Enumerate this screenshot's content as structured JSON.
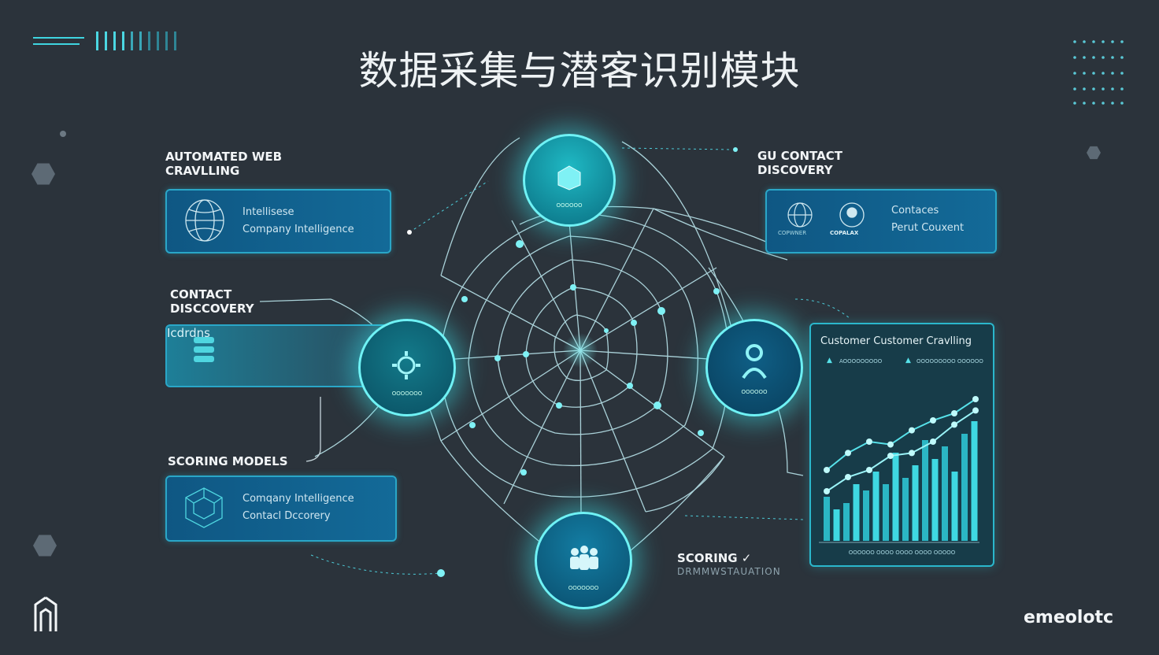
{
  "title": "数据采集与潜客识别模块",
  "labels": {
    "web_crawling": "AUTOMATED WEB\nCRAVLLING",
    "contact_discovery": "CONTACT\nDISCCOVERY",
    "scoring_models": "SCORING MODELS",
    "contact_discovery_right": "GU CONTACT\nDISCOVERY",
    "scoring_bottom": "SCORING ✓",
    "scoring_bottom_sub": "DRMMWSTAUATION"
  },
  "cards": {
    "web": {
      "text": "Intellisese\nCompany Intelligence"
    },
    "discovery": {
      "text": "Icdrdns"
    },
    "scoring": {
      "text": "Comqany Intelligence\nContacl Dccorery"
    },
    "right": {
      "icon1": "COPWNER",
      "icon2": "COPALAX",
      "text": "Contaces\nPerut Couxent"
    }
  },
  "nodes": {
    "top": "OOOOOO",
    "left": "OOOOOOO",
    "right": "OOOOOO",
    "bottom": "OOOOOOO"
  },
  "panel": {
    "title": "Customer Customer Cravlling",
    "legend1": "AOOOOOOOOO",
    "legend2": "OOOOOOOOO OOOOOO",
    "footer": "OOOOOO  OOOO  OOOO  OOOO  OOOOO",
    "bar_values": [
      0.35,
      0.25,
      0.3,
      0.45,
      0.4,
      0.55,
      0.45,
      0.7,
      0.5,
      0.6,
      0.8,
      0.65,
      0.75,
      0.55,
      0.85,
      0.95
    ]
  },
  "brand": "emeolotc",
  "icons": {
    "logo": "shield-logo-icon",
    "web": "globe-network-icon",
    "discovery": "database-stack-icon",
    "scoring": "cube-network-icon",
    "right1": "globe-icon",
    "right2": "badge-icon"
  },
  "colors": {
    "accent": "#55e6ef",
    "background": "#2b333b",
    "card": "#136a98"
  }
}
